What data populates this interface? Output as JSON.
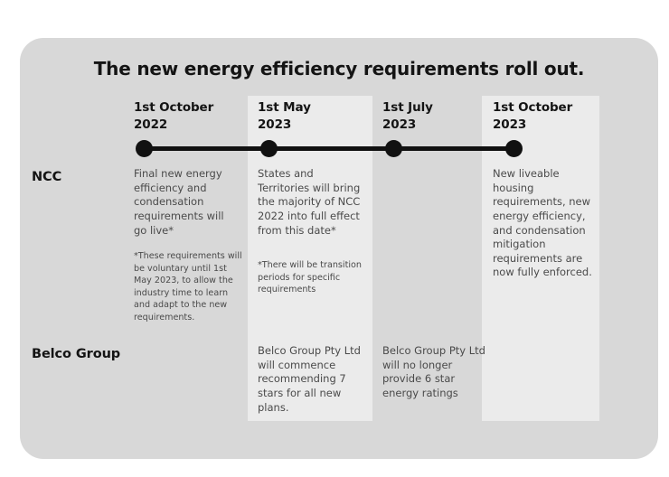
{
  "card": {
    "title": "The new energy efficiency requirements roll out.",
    "background_color": "#d8d8d8",
    "band_color": "#ebebeb",
    "accent_color": "#111111"
  },
  "rows": {
    "ncc_label": "NCC",
    "belco_label": "Belco Group"
  },
  "columns": [
    {
      "date_day": "1st October",
      "date_year": "2022",
      "ncc_text": "Final new energy efficiency and condensation requirements will go live*",
      "ncc_note": "*These requirements will be voluntary until 1st May 2023, to allow the industry time to learn and adapt to the new requirements.",
      "belco_text": ""
    },
    {
      "date_day": "1st May",
      "date_year": "2023",
      "ncc_text": "States and Territories will bring the majority of NCC 2022 into full effect from this date*",
      "ncc_note": "*There will be transition periods for specific requirements",
      "belco_text": "Belco Group Pty Ltd will commence recommending 7 stars for all new plans."
    },
    {
      "date_day": "1st July",
      "date_year": "2023",
      "ncc_text": "",
      "ncc_note": "",
      "belco_text": "Belco Group Pty Ltd will no longer provide 6 star energy ratings"
    },
    {
      "date_day": "1st October",
      "date_year": "2023",
      "ncc_text": "New liveable housing requirements, new energy efficiency, and condensation mitigation requirements are now fully enforced.",
      "ncc_note": "",
      "belco_text": ""
    }
  ]
}
